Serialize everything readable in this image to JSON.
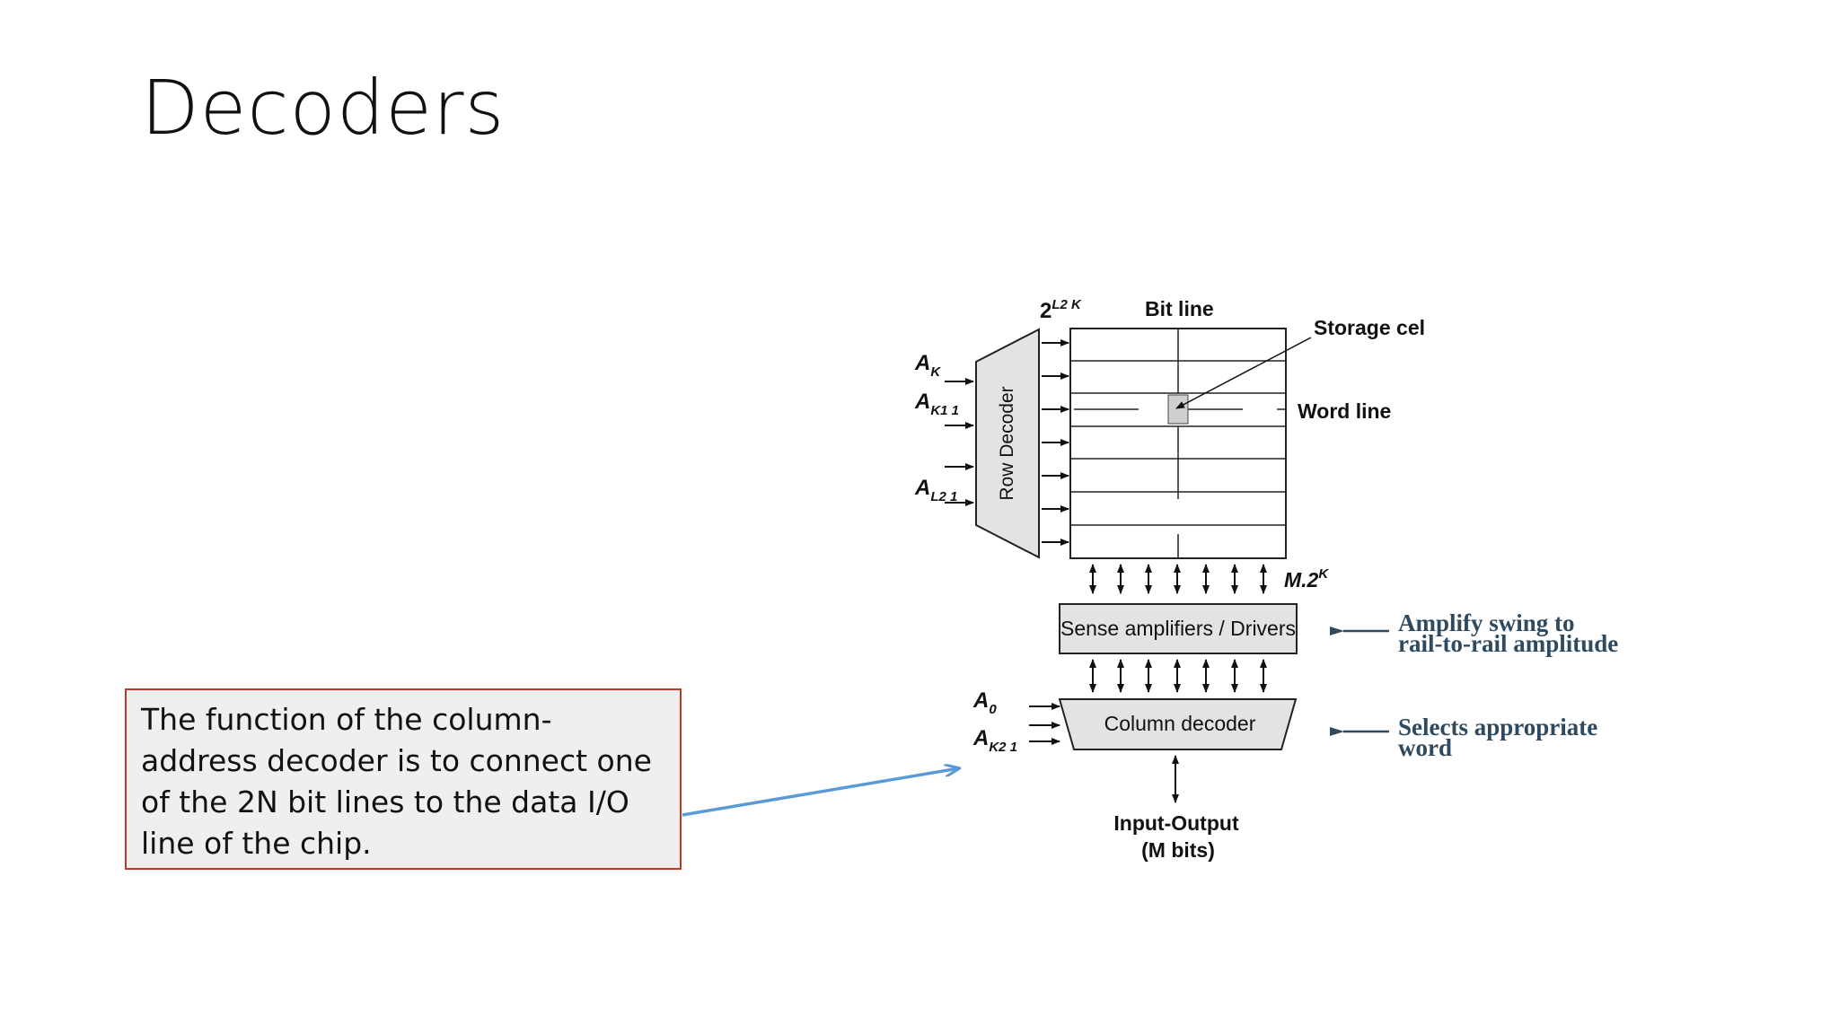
{
  "slide": {
    "title": "Decoders"
  },
  "callout": {
    "text": "The function of the column-address decoder is to connect one of the 2N bit lines to the data I/O line of the chip.",
    "border_color": "#c0392b",
    "arrow_color": "#5b9bd5"
  },
  "diagram": {
    "top_label_base": "2",
    "top_label_exp": "L2 K",
    "bit_line_label": "Bit line",
    "storage_cell_label": "Storage cel",
    "word_line_label": "Word line",
    "row_decoder_label": "Row Decoder",
    "row_inputs": [
      {
        "main": "A",
        "sub": "K"
      },
      {
        "main": "A",
        "sub": "K1 1"
      },
      {
        "main": "A",
        "sub": "L2 1"
      }
    ],
    "bus_label_main": "M.2",
    "bus_label_exp": "K",
    "sense_amp_label": "Sense amplifiers / Drivers",
    "column_decoder_label": "Column decoder",
    "column_inputs": [
      {
        "main": "A",
        "sub": "0"
      },
      {
        "main": "A",
        "sub": "K2 1"
      }
    ],
    "io_label_line1": "Input-Output",
    "io_label_line2": "(M bits)",
    "note_amplify_line1": "Amplify swing to",
    "note_amplify_line2": "rail-to-rail amplitude",
    "note_selects_line1": "Selects appropriate",
    "note_selects_line2": "word",
    "note_color": "#2e4a60"
  }
}
